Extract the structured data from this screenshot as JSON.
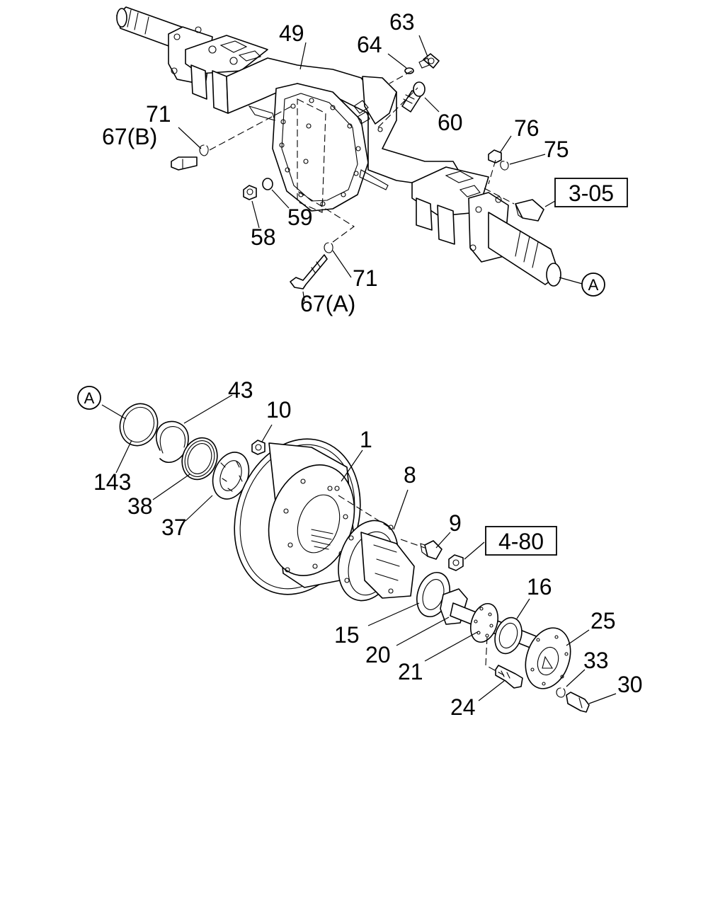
{
  "upper_assembly": {
    "labels": {
      "p49": "49",
      "p63": "63",
      "p64": "64",
      "p60": "60",
      "p76": "76",
      "p75": "75",
      "p71_top": "71",
      "p67b": "67(B)",
      "p59": "59",
      "p58": "58",
      "p71_bottom": "71",
      "p67a": "67(A)"
    },
    "reference_box": "3-05",
    "connector": "A"
  },
  "lower_assembly": {
    "labels": {
      "p43": "43",
      "p10": "10",
      "p1": "1",
      "p143": "143",
      "p38": "38",
      "p37": "37",
      "p8": "8",
      "p9": "9",
      "p16": "16",
      "p25": "25",
      "p15": "15",
      "p20": "20",
      "p33": "33",
      "p21": "21",
      "p30": "30",
      "p24": "24"
    },
    "reference_box": "4-80",
    "connector": "A"
  }
}
